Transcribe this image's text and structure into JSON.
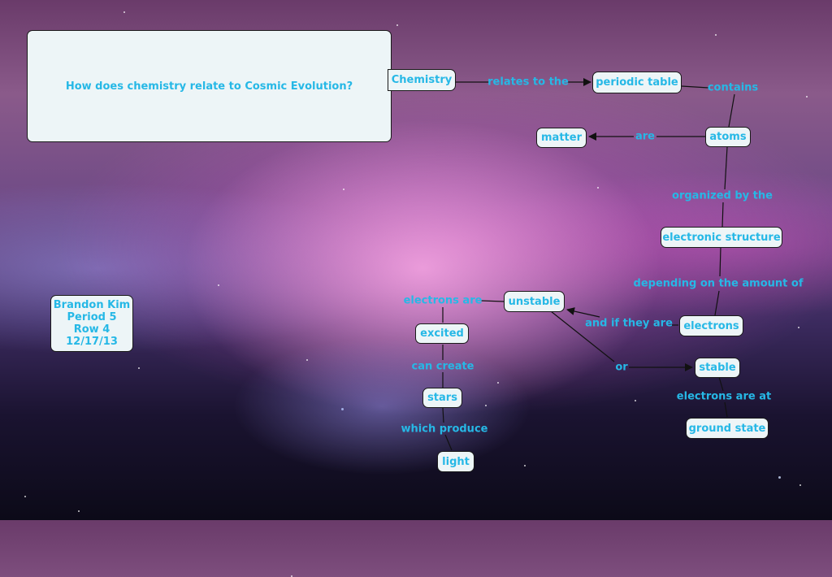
{
  "map": {
    "question": "How does chemistry relate to Cosmic Evolution?",
    "author": {
      "name": "Brandon Kim",
      "period": "Period 5",
      "row": "Row 4",
      "date": "12/17/13"
    },
    "concepts": {
      "chemistry": "Chemistry",
      "periodic_table": "periodic table",
      "atoms": "atoms",
      "matter": "matter",
      "electronic_structure": "electronic structure",
      "electrons": "electrons",
      "unstable": "unstable",
      "stable": "stable",
      "ground_state": "ground state",
      "excited": "excited",
      "stars": "stars",
      "light": "light"
    },
    "links": {
      "relates_to_the": "relates to the",
      "contains": "contains",
      "are": "are",
      "organized_by_the": "organized by the",
      "depending_on": "depending on the amount of",
      "and_if_they_are": "and if they are",
      "or": "or",
      "electrons_are_at": "electrons are at",
      "electrons_are": "electrons are",
      "can_create": "can create",
      "which_produce": "which produce"
    },
    "colors": {
      "text": "#26b8e6",
      "node_fill": "#edf5f7",
      "node_border": "#1a1a1a",
      "line": "#111111"
    }
  }
}
